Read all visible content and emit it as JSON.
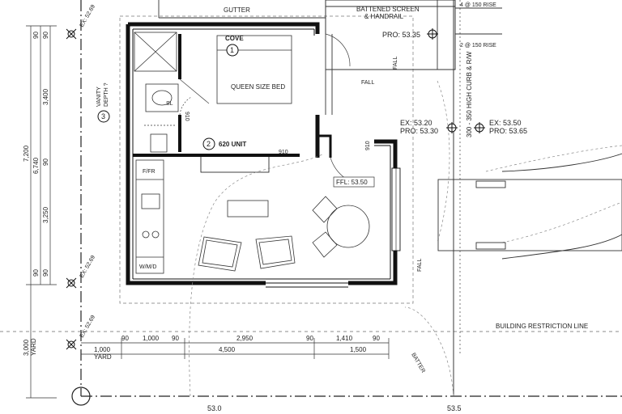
{
  "labels": {
    "gutter": "GUTTER",
    "battened_1": "BATTENED SCREEN",
    "battened_2": "& HANDRAIL",
    "rise_top": "4 @ 150 RISE",
    "rise_mid": "2 @ 150 RISE",
    "pro_top": "PRO: 53.35",
    "cove": "COVE",
    "cove_num": "1",
    "bed": "QUEEN SIZE BED",
    "sl": "SL",
    "dim_910_a": "910",
    "fall_1": "FALL",
    "fall_2": "FALL",
    "vanity_1": "VANITY",
    "vanity_2": "DEPTH ?",
    "vanity_num": "3",
    "unit_num": "2",
    "unit": "620 UNIT",
    "dim_910_b": "910",
    "dim_910_c": "910",
    "ex_left_1": "EX:   53.20",
    "ex_left_2": "PRO: 53.30",
    "ex_right_1": "EX:     53.50",
    "ex_right_2": "PRO: 53.65",
    "curb": "300 - 350 HIGH CURB & R/W",
    "ffl": "FFL: 53.50",
    "ffr": "F/FR",
    "wm": "W/M/D",
    "fall_3": "FALL",
    "building_line": "BUILDING RESTRICTION LINE",
    "batter": "BATTER",
    "ex_level_1": "EX: 52.69",
    "ex_level_2": "EX: 52.69",
    "ex_level_3": "EX: 52.69",
    "contour_1": "53.0",
    "contour_2": "53.5"
  },
  "dims_left": {
    "d90_top_a": "90",
    "d90_top_b": "90",
    "d3400": "3,400",
    "d6740": "6,740",
    "d90_mid": "90",
    "d3250": "3,250",
    "d90_bot_a": "90",
    "d90_bot_b": "90",
    "d7200": "7,200",
    "d3000": "3,000",
    "yard": "YARD"
  },
  "dims_bottom": {
    "b90_a": "90",
    "b1000": "1,000",
    "b90_b": "90",
    "b2950": "2,950",
    "b90_c": "90",
    "b1410": "1,410",
    "b90_d": "90",
    "b1000_yard": "1,000",
    "yard": "YARD",
    "b4500": "4,500",
    "b1500": "1,500"
  }
}
